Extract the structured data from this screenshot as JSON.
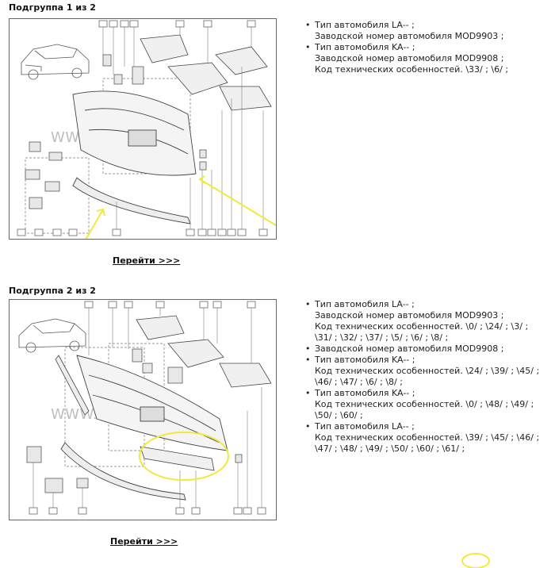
{
  "subgroups": [
    {
      "title": "Подгруппа 1 из 2",
      "watermark": "WWW.ELCATS.RU",
      "goto_label": "Перейти >>>",
      "notes": [
        {
          "lines": [
            "Тип автомобиля LA-- ;",
            "Заводской номер автомобиля MOD9903 ;"
          ]
        },
        {
          "lines": [
            "Тип автомобиля KA-- ;",
            "Заводской номер автомобиля MOD9908 ;",
            "Код технических особенностей. \\33/ ; \\6/ ;"
          ]
        }
      ]
    },
    {
      "title": "Подгруппа 2 из 2",
      "watermark": "WWW.ELCATS.RU",
      "goto_label": "Перейти >>>",
      "notes": [
        {
          "lines": [
            "Тип автомобиля LA-- ;",
            "Заводской номер автомобиля MOD9903 ;",
            "Код технических особенностей. \\0/ ; \\24/ ; \\3/ ;",
            "\\31/ ; \\32/ ; \\37/ ; \\5/ ; \\6/ ; \\8/ ;"
          ]
        },
        {
          "lines": [
            "Заводской номер автомобиля MOD9908 ;"
          ]
        },
        {
          "lines": [
            "Тип автомобиля KA-- ;",
            "Код технических особенностей. \\24/ ; \\39/ ; \\45/ ;",
            "\\46/ ; \\47/ ; \\6/ ; \\8/ ;"
          ]
        },
        {
          "lines": [
            "Тип автомобиля KA-- ;",
            "Код технических особенностей. \\0/ ; \\48/ ; \\49/ ;",
            "\\50/ ; \\60/ ;"
          ]
        },
        {
          "lines": [
            "Тип автомобиля LA-- ;",
            "Код технических особенностей. \\39/ ; \\45/ ; \\46/ ;",
            "\\47/ ; \\48/ ; \\49/ ; \\50/ ; \\60/ ; \\61/ ;"
          ]
        }
      ]
    }
  ],
  "colors": {
    "annotation": "#f2e93a",
    "text": "#222222",
    "border": "#666666"
  }
}
